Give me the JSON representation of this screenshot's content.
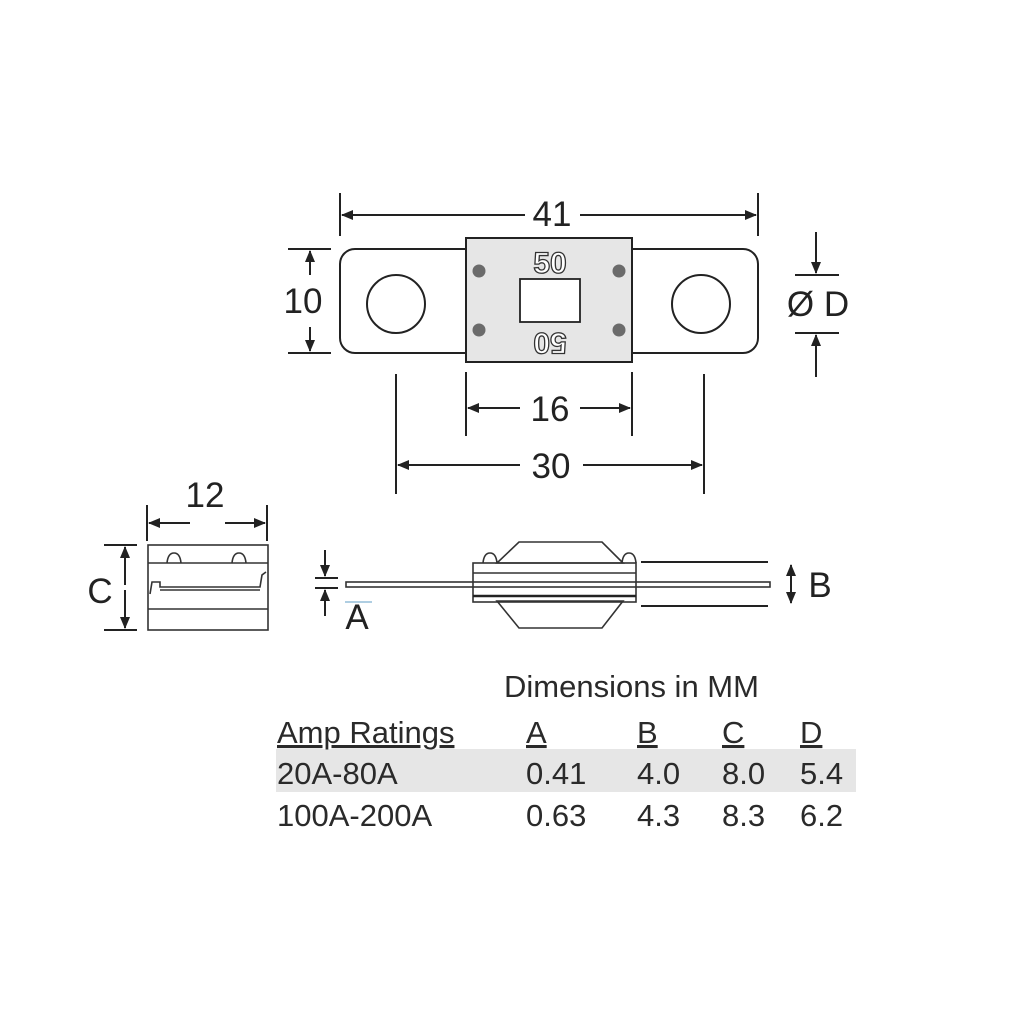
{
  "diagram": {
    "top_view": {
      "rating_label": "50",
      "dim_length": "41",
      "dim_height": "10",
      "dim_hole": "Ø D",
      "dim_body": "16",
      "dim_hole_spacing": "30"
    },
    "end_view": {
      "dim_width": "12",
      "dim_height": "C"
    },
    "side_view": {
      "dim_thickness": "A",
      "dim_body": "B"
    }
  },
  "table": {
    "title": "Dimensions in MM",
    "headers": [
      "Amp Ratings",
      "A",
      "B",
      "C",
      "D"
    ],
    "rows": [
      [
        "20A-80A",
        "0.41",
        "4.0",
        "8.0",
        "5.4"
      ],
      [
        "100A-200A",
        "0.63",
        "4.3",
        "8.3",
        "6.2"
      ]
    ],
    "colors": {
      "highlight_row": "#e6e6e6",
      "body_fill": "#e6e6e6",
      "dot": "#6b6b6b"
    }
  }
}
